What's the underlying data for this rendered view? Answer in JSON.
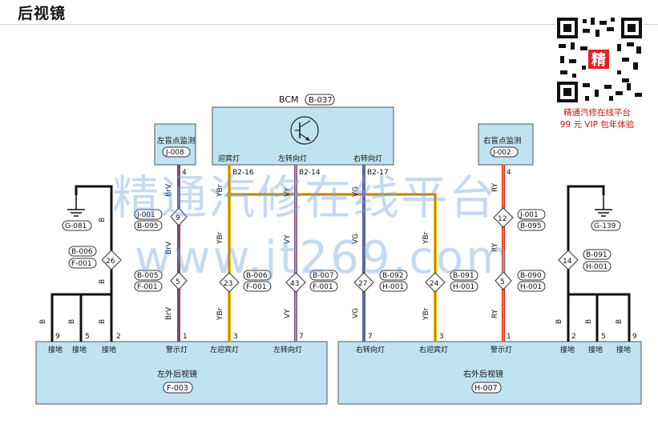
{
  "title": "后视镜",
  "promo": {
    "line1": "精通汽修在线平台",
    "line2": "99 元 VIP 包年体验",
    "badge": "精"
  },
  "watermark": {
    "line1": "精通汽修在线平台",
    "line2": "www.jt269.com"
  },
  "bcm": {
    "name": "BCM",
    "code": "B-037",
    "pin_labels": [
      "迎宾灯",
      "左转向灯",
      "右转向灯"
    ],
    "pins": [
      "B2-16",
      "B2-14",
      "B2-17"
    ]
  },
  "left_monitor": {
    "name": "左盲点监测",
    "code": "J-008",
    "pin": "4"
  },
  "right_monitor": {
    "name": "右盲点监测",
    "code": "J-002",
    "pin": "4"
  },
  "left_mirror": {
    "name": "左外后视镜",
    "code": "F-003",
    "pin_labels": [
      "接地",
      "接地",
      "接地",
      "警示灯",
      "左迎宾灯",
      "左转向灯"
    ],
    "pins": [
      "9",
      "5",
      "2",
      "1",
      "3",
      "7"
    ]
  },
  "right_mirror": {
    "name": "右外后视镜",
    "code": "H-007",
    "pin_labels": [
      "右转向灯",
      "右迎宾灯",
      "警示灯",
      "接地",
      "接地",
      "接地"
    ],
    "pins": [
      "7",
      "3",
      "1",
      "2",
      "5",
      "9"
    ]
  },
  "grounds": [
    "G-081",
    "G-139"
  ],
  "connectors": [
    "9",
    "5",
    "23",
    "43",
    "27",
    "24",
    "5",
    "12",
    "26",
    "14"
  ],
  "connector_codes": [
    "J-001",
    "B-095",
    "B-005",
    "F-001",
    "B-006",
    "F-001",
    "B-007",
    "F-001",
    "B-092",
    "H-001",
    "B-091",
    "H-001",
    "B-090",
    "H-001",
    "J-001",
    "B-095",
    "B-006",
    "F-001",
    "B-091",
    "H-001"
  ],
  "wire_codes": [
    "BrV",
    "BrV",
    "BrV",
    "YBr",
    "YBr",
    "YBr",
    "VY",
    "VY",
    "VY",
    "VG",
    "VG",
    "VG",
    "YBr",
    "YBr",
    "RY",
    "RY",
    "RY",
    "B",
    "B",
    "B",
    "B",
    "B",
    "B",
    "B",
    "B"
  ],
  "colors": {
    "box_fill": "#bfe3f1",
    "box_stroke": "#555555",
    "black": "#111111",
    "yellow": "#f2c200",
    "orange": "#e8920f",
    "brown": "#8b4a2b",
    "violet": "#6d4fb0",
    "green": "#2e9e55",
    "red": "#e02020",
    "watermark": "#78a5e1",
    "promo": "#cc1111"
  }
}
